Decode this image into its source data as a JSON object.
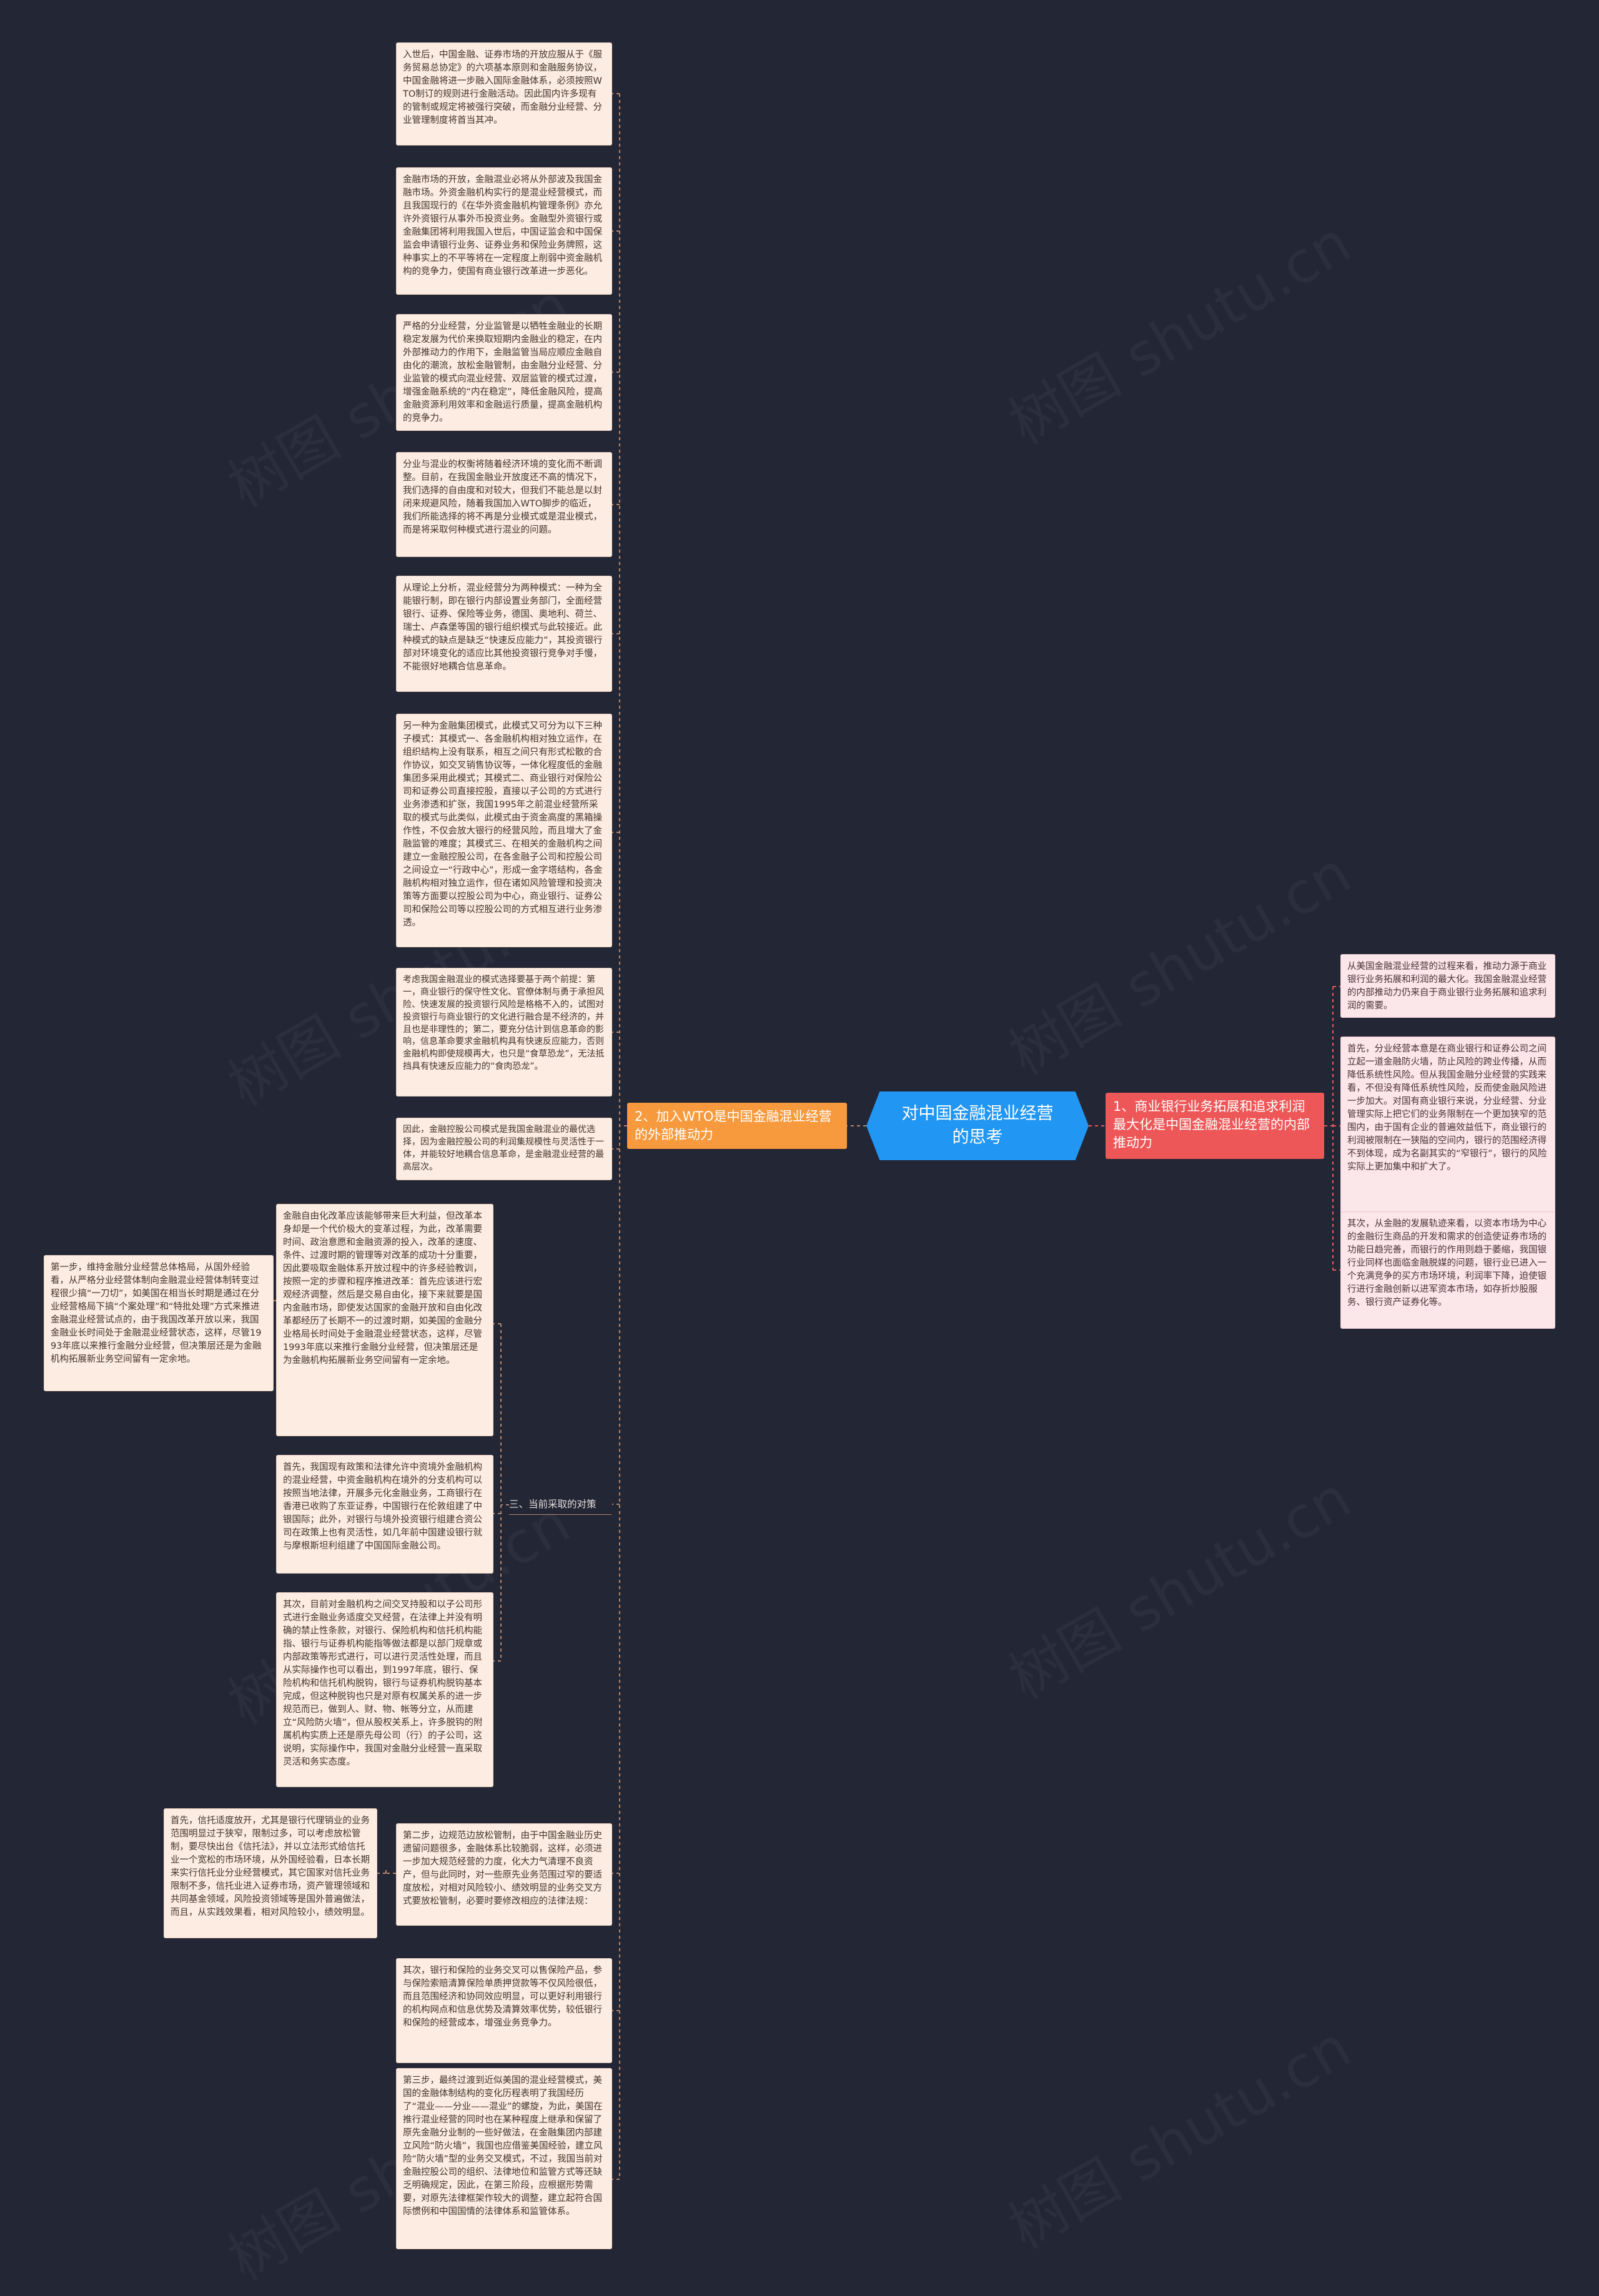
{
  "mindmap": {
    "central_topic": "对中国金融混业经营的思考",
    "colors": {
      "background": "#232635",
      "central": "#2196f3",
      "left_branch": "#f79a3e",
      "right_branch": "#ee5758",
      "note_fill": "#fcece1",
      "note_fill_right": "#fbe6ea",
      "connector": "#b1866c",
      "connector_right": "#ee5758"
    },
    "right_branch": {
      "label": "1、商业银行业务拓展和追求利润最大化是中国金融混业经营的内部推动力",
      "notes": [
        "从美国金融混业经营的过程来看，推动力源于商业银行业务拓展和利润的最大化。我国金融混业经营的内部推动力仍来自于商业银行业务拓展和追求利润的需要。",
        "首先，分业经营本意是在商业银行和证券公司之间立起一道金融防火墙，防止风险的跨业传播，从而降低系统性风险。但从我国金融分业经营的实践来看，不但没有降低系统性风险，反而使金融风险进一步加大。对国有商业银行来说，分业经营、分业管理实际上把它们的业务限制在一个更加狭窄的范围内，由于国有企业的普遍效益低下，商业银行的利润被限制在一狭隘的空间内，银行的范围经济得不到体现，成为名副其实的“窄银行”，银行的风险实际上更加集中和扩大了。",
        "其次，从金融的发展轨迹来看，以资本市场为中心的金融衍生商品的开发和需求的创造使证券市场的功能日趋完善，而银行的作用则趋于萎缩，我国银行业同样也面临金融脱媒的问题，银行业已进入一个充满竞争的买方市场环境，利润率下降，迫使银行进行金融创新以进军资本市场，如存折炒股服务、银行资产证券化等。"
      ]
    },
    "left_branch": {
      "label": "2、加入WTO是中国金融混业经营的外部推动力",
      "notes": [
        "入世后，中国金融、证券市场的开放应服从于《服务贸易总协定》的六项基本原则和金融服务协议，中国金融将进一步融入国际金融体系，必须按照WTO制订的规则进行金融活动。因此国内许多现有的管制或规定将被强行突破，而金融分业经营、分业管理制度将首当其冲。",
        "金融市场的开放，金融混业必将从外部波及我国金融市场。外资金融机构实行的是混业经营模式，而且我国现行的《在华外资金融机构管理条例》亦允许外资银行从事外币投资业务。金融型外资银行或金融集团将利用我国入世后，中国证监会和中国保监会申请银行业务、证券业务和保险业务牌照，这种事实上的不平等将在一定程度上削弱中资金融机构的竞争力，使国有商业银行改革进一步恶化。",
        "严格的分业经营，分业监管是以牺牲金融业的长期稳定发展为代价来换取短期内金融业的稳定，在内外部推动力的作用下，金融监管当局应顺应金融自由化的潮流，放松金融管制，由金融分业经营、分业监管的模式向混业经营、双层监管的模式过渡，增强金融系统的“内在稳定”，降低金融风险，提高金融资源利用效率和金融运行质量，提高金融机构的竞争力。",
        "分业与混业的权衡将随着经济环境的变化而不断调整。目前，在我国金融业开放度还不高的情况下，我们选择的自由度和对较大，但我们不能总是以封闭来规避风险，随着我国加入WTO脚步的临近，我们所能选择的将不再是分业模式或是混业模式，而是将采取何种模式进行混业的问题。",
        "从理论上分析，混业经营分为两种模式：一种为全能银行制，即在银行内部设置业务部门，全面经营银行、证券、保险等业务，德国、奥地利、荷兰、瑞士、卢森堡等国的银行组织模式与此较接近。此种模式的缺点是缺乏“快速反应能力”，其投资银行部对环境变化的适应比其他投资银行竞争对手慢，不能很好地耦合信息革命。",
        "另一种为金融集团模式，此模式又可分为以下三种子模式：其模式一、各金融机构相对独立运作，在组织结构上没有联系，相互之间只有形式松散的合作协议，如交叉销售协议等，一体化程度低的金融集团多采用此模式；其模式二、商业银行对保险公司和证券公司直接控股，直接以子公司的方式进行业务渗透和扩张，我国1995年之前混业经营所采取的模式与此类似，此模式由于资金高度的黑箱操作性，不仅会放大银行的经营风险，而且增大了金融监管的难度；其模式三、在相关的金融机构之间建立一金融控股公司，在各金融子公司和控股公司之间设立一“行政中心”，形成一金字塔结构，各金融机构相对独立运作，但在诸如风险管理和投资决策等方面要以控股公司为中心，商业银行、证券公司和保险公司等以控股公司的方式相互进行业务渗透。",
        "考虑我国金融混业的模式选择要基于两个前提：第一，商业银行的保守性文化、官僚体制与勇于承担风险、快速发展的投资银行风险是格格不入的，试图对投资银行与商业银行的文化进行融合是不经济的，并且也是非理性的；第二，要充分估计到信息革命的影响，信息革命要求金融机构具有快速反应能力，否则金融机构即使规模再大，也只是“食草恐龙”，无法抵挡具有快速反应能力的“食肉恐龙”。",
        "因此，金融控股公司模式是我国金融混业的最优选择，因为金融控股公司的利润集规模性与灵活性于一体，并能较好地耦合信息革命，是金融混业经营的最高层次。"
      ],
      "sub_topic": {
        "label": "三、当前采取的对策",
        "items": [
          "金融自由化改革应该能够带来巨大利益，但改革本身却是一个代价极大的变革过程，为此，改革需要时间、政治意愿和金融资源的投入，改革的速度、条件、过渡时期的管理等对改革的成功十分重要，因此要吸取金融体系开放过程中的许多经验教训，按照一定的步骤和程序推进改革：首先应该进行宏观经济调整，然后是交易自由化，接下来就要是国内金融市场，即使发达国家的金融开放和自由化改革都经历了长期不一的过渡时期，如美国的金融分业格局长时间处于金融混业经营状态，这样，尽管1993年底以来推行金融分业经营，但决策层还是为金融机构拓展新业务空间留有一定余地。",
          "首先，我国现有政策和法律允许中资境外金融机构的混业经营，中资金融机构在境外的分支机构可以按照当地法律，开展多元化金融业务，工商银行在香港已收购了东亚证券，中国银行在伦敦组建了中银国际；此外，对银行与境外投资银行组建合资公司在政策上也有灵活性，如几年前中国建设银行就与摩根斯坦利组建了中国国际金融公司。",
          "其次，目前对金融机构之间交叉持股和以子公司形式进行金融业务适度交叉经营，在法律上并没有明确的禁止性条款，对银行、保险机构和信托机构能指、银行与证券机构能指等做法都是以部门规章或内部政策等形式进行，可以进行灵活性处理，而且从实际操作也可以看出，到1997年底，银行、保险机构和信托机构脱钩，银行与证券机构脱钩基本完成，但这种脱钩也只是对原有权属关系的进一步规范而已，做到人、财、物、帐等分立，从而建立“风险防火墙”，但从股权关系上，许多脱钩的附属机构实质上还是原先母公司（行）的子公司，这说明，实际操作中，我国对金融分业经营一直采取灵活和务实态度。"
        ]
      },
      "steps": [
        "第一步，维持金融分业经营总体格局，从国外经验看，从严格分业经营体制向金融混业经营体制转变过程很少搞“一刀切”，如美国在相当长时期是通过在分业经营格局下搞“个案处理”和“特批处理”方式来推进金融混业经营试点的，由于我国改革开放以来，我国金融业长时间处于金融混业经营状态，这样，尽管1993年底以来推行金融分业经营，但决策层还是为金融机构拓展新业务空间留有一定余地。",
        "首先，信托适度放开，尤其是银行代理销业的业务范围明显过于狭窄，限制过多，可以考虑放松管制，要尽快出台《信托法》，并以立法形式给信托业一个宽松的市场环境，从外国经验看，日本长期来实行信托业分业经营模式，其它国家对信托业务限制不多，信托业进入证券市场，资产管理领域和共同基金领域，风险投资领域等是国外普遍做法，而且，从实践效果看，相对风险较小，绩效明显。",
        "第二步，边规范边放松管制，由于中国金融业历史遗留问题很多，金融体系比较脆弱，这样，必须进一步加大规范经营的力度，化大力气清理不良资产，但与此同时，对一些原先业务范围过窄的要适度放松，对相对风险较小、绩效明显的业务交叉方式要放松管制，必要时要修改相应的法律法规：",
        "其次，银行和保险的业务交叉可以售保险产品，参与保险索赔清算保险单质押贷款等不仅风险很低，而且范围经济和协同效应明显，可以更好利用银行的机构网点和信息优势及清算效率优势，较低银行和保险的经营成本，增强业务竞争力。",
        "第三步，最终过渡到近似美国的混业经营模式，美国的金融体制结构的变化历程表明了我国经历了“混业——分业——混业”的螺旋，为此，美国在推行混业经营的同时也在某种程度上继承和保留了原先金融分业制的一些好做法，在金融集团内部建立风险“防火墙”，我国也应借鉴美国经验，建立风险“防火墙”型的业务交叉模式，不过，我国当前对金融控股公司的组织、法律地位和监管方式等还缺乏明确规定，因此，在第三阶段，应根据形势需要，对原先法律框架作较大的调整，建立起符合国际惯例和中国国情的法律体系和监管体系。"
      ]
    }
  }
}
